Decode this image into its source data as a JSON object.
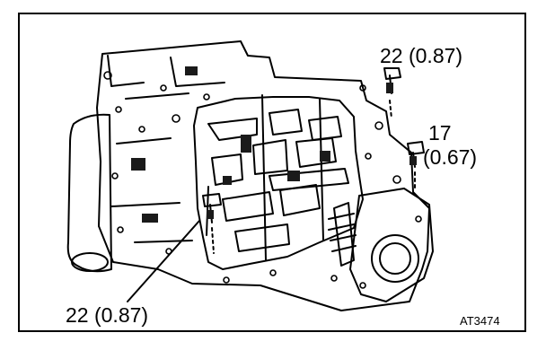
{
  "figure": {
    "id_code": "AT3474",
    "callouts": [
      {
        "value": "22",
        "alt": "(0.87)"
      },
      {
        "value": "17",
        "alt": "(0.67)"
      },
      {
        "value": "22",
        "alt": "(0.87)"
      }
    ]
  },
  "colors": {
    "ink": "#000000",
    "paper": "#ffffff",
    "shade": "#1a1a1a"
  }
}
